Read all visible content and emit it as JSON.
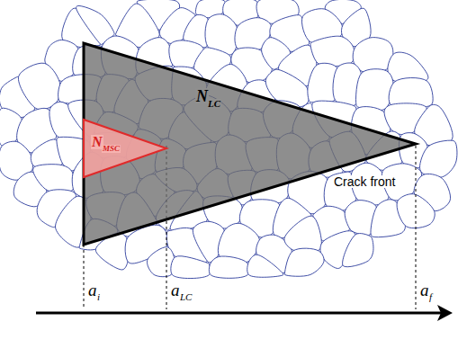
{
  "diagram": {
    "nodes": [
      {
        "text": [
          "N",
          "LC"
        ]
      },
      {
        "text": [
          "N",
          "MSC"
        ],
        "in": 0
      }
    ],
    "labels": [
      "Crack front",
      "a",
      "i",
      "a",
      "LC",
      "a",
      "f"
    ]
  }
}
